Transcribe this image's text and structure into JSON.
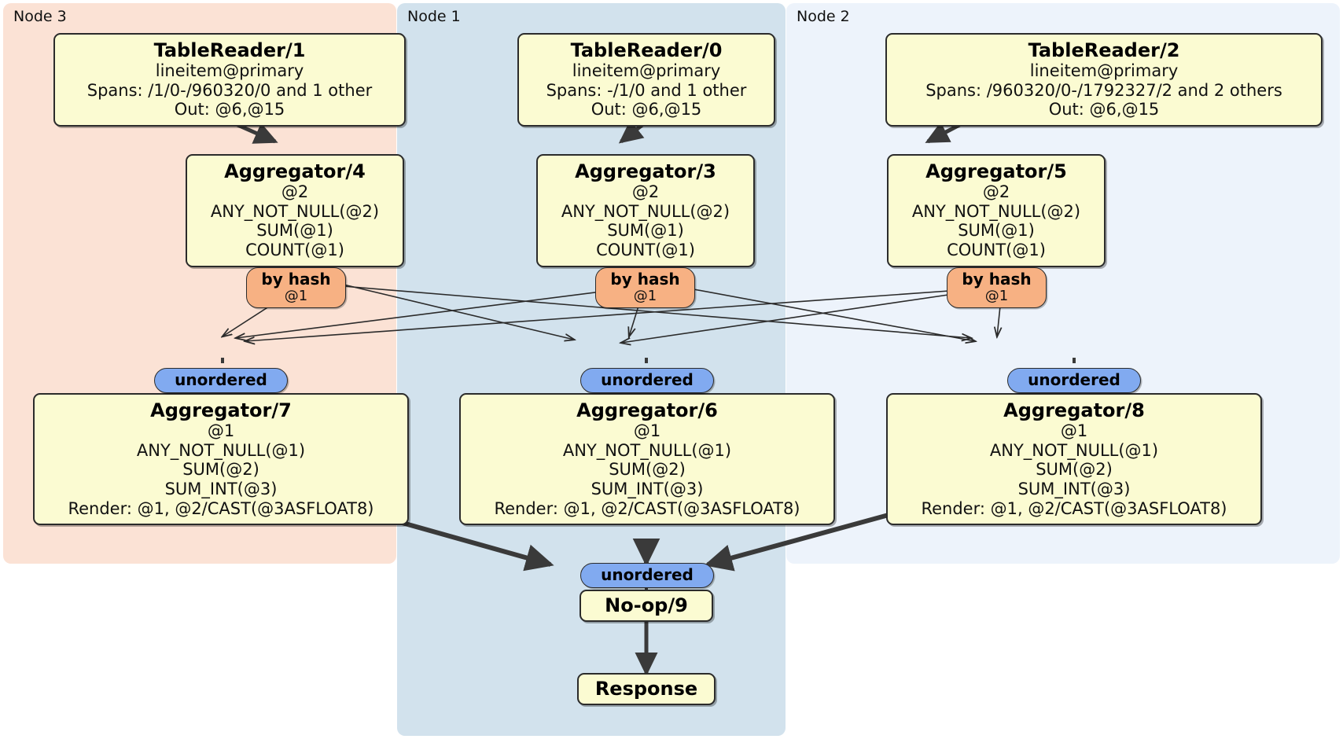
{
  "diagram": {
    "type": "distributed-query-plan",
    "colors": {
      "node3_panel": "#fbe2d5",
      "node1_panel": "#d2e2ed",
      "node2_panel": "#edf3fb",
      "processor_box": "#fbfbd2",
      "hash_router": "#f7b183",
      "sync_pill": "#81aaf0",
      "edge": "#3a3a3a"
    },
    "nodes": [
      {
        "id": "node3",
        "label": "Node 3"
      },
      {
        "id": "node1",
        "label": "Node 1"
      },
      {
        "id": "node2",
        "label": "Node 2"
      }
    ],
    "processors": [
      {
        "id": "tablereader1",
        "node": "node3",
        "title": "TableReader/1",
        "lines": [
          "lineitem@primary",
          "Spans: /1/0-/960320/0 and 1 other",
          "Out: @6,@15"
        ]
      },
      {
        "id": "tablereader0",
        "node": "node1",
        "title": "TableReader/0",
        "lines": [
          "lineitem@primary",
          "Spans: -/1/0 and 1 other",
          "Out: @6,@15"
        ]
      },
      {
        "id": "tablereader2",
        "node": "node2",
        "title": "TableReader/2",
        "lines": [
          "lineitem@primary",
          "Spans: /960320/0-/1792327/2 and 2 others",
          "Out: @6,@15"
        ]
      },
      {
        "id": "aggregator4",
        "node": "node3",
        "title": "Aggregator/4",
        "lines": [
          "@2",
          "ANY_NOT_NULL(@2)",
          "SUM(@1)",
          "COUNT(@1)"
        ]
      },
      {
        "id": "aggregator3",
        "node": "node1",
        "title": "Aggregator/3",
        "lines": [
          "@2",
          "ANY_NOT_NULL(@2)",
          "SUM(@1)",
          "COUNT(@1)"
        ]
      },
      {
        "id": "aggregator5",
        "node": "node2",
        "title": "Aggregator/5",
        "lines": [
          "@2",
          "ANY_NOT_NULL(@2)",
          "SUM(@1)",
          "COUNT(@1)"
        ]
      },
      {
        "id": "aggregator7",
        "node": "node3",
        "title": "Aggregator/7",
        "lines": [
          "@1",
          "ANY_NOT_NULL(@1)",
          "SUM(@2)",
          "SUM_INT(@3)",
          "Render: @1, @2/CAST(@3ASFLOAT8)"
        ]
      },
      {
        "id": "aggregator6",
        "node": "node1",
        "title": "Aggregator/6",
        "lines": [
          "@1",
          "ANY_NOT_NULL(@1)",
          "SUM(@2)",
          "SUM_INT(@3)",
          "Render: @1, @2/CAST(@3ASFLOAT8)"
        ]
      },
      {
        "id": "aggregator8",
        "node": "node2",
        "title": "Aggregator/8",
        "lines": [
          "@1",
          "ANY_NOT_NULL(@1)",
          "SUM(@2)",
          "SUM_INT(@3)",
          "Render: @1, @2/CAST(@3ASFLOAT8)"
        ]
      },
      {
        "id": "noop9",
        "node": "node1",
        "title": "No-op/9",
        "lines": []
      },
      {
        "id": "response",
        "node": "node1",
        "title": "Response",
        "lines": []
      }
    ],
    "routers": [
      {
        "id": "hash-left",
        "node": "node3",
        "title": "by hash",
        "sub": "@1"
      },
      {
        "id": "hash-center",
        "node": "node1",
        "title": "by hash",
        "sub": "@1"
      },
      {
        "id": "hash-right",
        "node": "node2",
        "title": "by hash",
        "sub": "@1"
      }
    ],
    "synchronizers": [
      {
        "id": "sync-left",
        "node": "node3",
        "title": "unordered"
      },
      {
        "id": "sync-center",
        "node": "node1",
        "title": "unordered"
      },
      {
        "id": "sync-right",
        "node": "node2",
        "title": "unordered"
      },
      {
        "id": "sync-final",
        "node": "node1",
        "title": "unordered"
      }
    ]
  }
}
